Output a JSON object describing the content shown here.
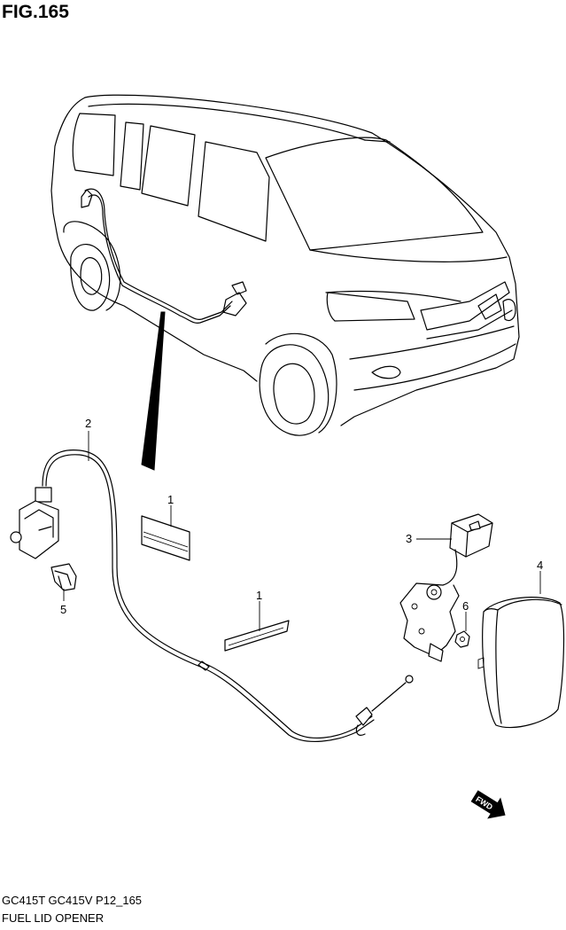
{
  "figure": {
    "title": "FIG.165"
  },
  "callouts": {
    "part_1a": "1",
    "part_1b": "1",
    "part_2": "2",
    "part_3": "3",
    "part_4": "4",
    "part_5": "5",
    "part_6": "6"
  },
  "fwd_mark": "FWD",
  "footer": {
    "model_code": "GC415T GC415V P12_165",
    "section_name": "FUEL LID OPENER"
  }
}
